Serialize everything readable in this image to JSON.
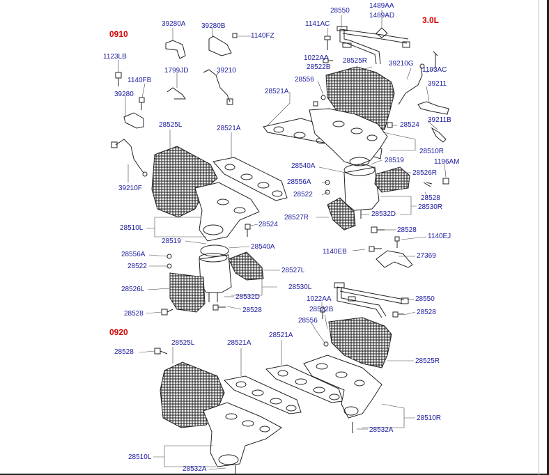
{
  "diagram": {
    "section_labels": {
      "sec_0910": "0910",
      "sec_30l": "3.0L",
      "sec_0920": "0920"
    },
    "part_labels": {
      "p28550_top": "28550",
      "p1489AA": "1489AA",
      "p1489AD": "1489AD",
      "p1141AC": "1141AC",
      "p1022AA_top": "1022AA",
      "p28522B_top": "28522B",
      "p28525R_top": "28525R",
      "p39210G": "39210G",
      "p1193AC": "1193AC",
      "p28556_top": "28556",
      "p28521A_r": "28521A",
      "p39211": "39211",
      "p39211B": "39211B",
      "p28524_r": "28524",
      "p28510R_top": "28510R",
      "p28519_r": "28519",
      "p1196AM": "1196AM",
      "p28540A_r": "28540A",
      "p28526R": "28526R",
      "p28556A_r": "28556A",
      "p28528_r1": "28528",
      "p28522_r": "28522",
      "p28530R": "28530R",
      "p28532D_r": "28532D",
      "p28527R": "28527R",
      "p28528_r2": "28528",
      "p1140EJ": "1140EJ",
      "p1140EB": "1140EB",
      "p27369": "27369",
      "p39280A": "39280A",
      "p39280B": "39280B",
      "p1140FZ": "1140FZ",
      "p1123LB": "1123LB",
      "p1799JD": "1799JD",
      "p39210": "39210",
      "p1140FB": "1140FB",
      "p39280": "39280",
      "p28525L_top": "28525L",
      "p28521A_l": "28521A",
      "p39210F": "39210F",
      "p28510L_top": "28510L",
      "p28524_l": "28524",
      "p28519_l": "28519",
      "p28540A_l": "28540A",
      "p28556A_l": "28556A",
      "p28522_l": "28522",
      "p28527L": "28527L",
      "p28526L": "28526L",
      "p28530L": "28530L",
      "p28532D_l": "28532D",
      "p28528_l1": "28528",
      "p28528_l2": "28528",
      "p28550_bot": "28550",
      "p1022AA_bot": "1022AA",
      "p28522B_bot": "28522B",
      "p28528_bot_r": "28528",
      "p28556_bot": "28556",
      "p28525R_bot": "28525R",
      "p28528_bot_l": "28528",
      "p28525L_bot": "28525L",
      "p28521A_bot1": "28521A",
      "p28521A_bot2": "28521A",
      "p28510R_bot": "28510R",
      "p28532A_r": "28532A",
      "p28510L_bot": "28510L",
      "p28532A_l": "28532A"
    }
  }
}
